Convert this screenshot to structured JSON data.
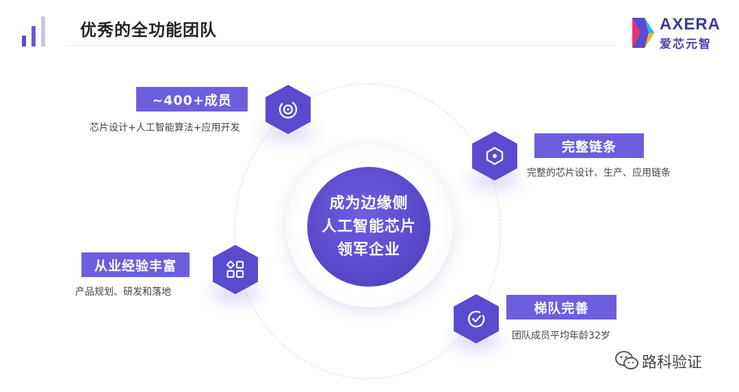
{
  "header": {
    "title": "优秀的全功能团队"
  },
  "logo": {
    "word": "AXERA",
    "cn": "爱芯元智"
  },
  "center": {
    "line1": "成为边缘侧",
    "line2": "人工智能芯片",
    "line3": "领军企业"
  },
  "features": [
    {
      "title": "~400+成员",
      "desc": "芯片设计+人工智能算法+应用开发",
      "icon": "target-icon"
    },
    {
      "title": "完整链条",
      "desc": "完整的芯片设计、生产、应用链条",
      "icon": "hexagon-nut-icon"
    },
    {
      "title": "从业经验丰富",
      "desc": "产品规划、研发和落地",
      "icon": "grid-icon"
    },
    {
      "title": "梯队完善",
      "desc": "团队成员平均年龄32岁",
      "icon": "check-circle-icon"
    }
  ],
  "watermark": {
    "text": "路科验证",
    "icon": "wechat-icon"
  },
  "colors": {
    "accent": "#5a4ad0",
    "tag": "#6d5ee0",
    "logo_blue": "#3d3a8e"
  }
}
